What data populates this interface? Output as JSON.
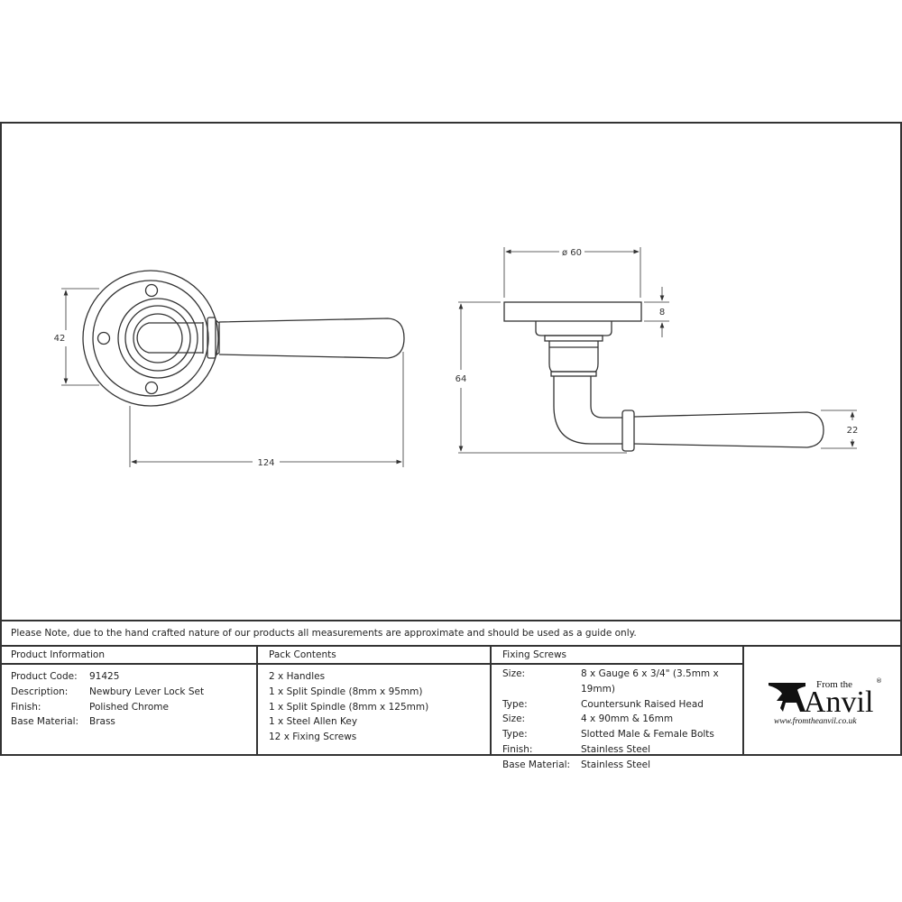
{
  "drawing": {
    "front_view": {
      "dimensions": {
        "height": "42",
        "length": "124"
      }
    },
    "side_view": {
      "dimensions": {
        "rose_diameter": "ø 60",
        "rose_thickness": "8",
        "projection": "64",
        "lever_height": "22"
      }
    }
  },
  "note": "Please Note, due to the hand crafted nature of our products all measurements are approximate and should be used as a guide only.",
  "product_information": {
    "header": "Product Information",
    "rows": [
      {
        "label": "Product Code:",
        "value": "91425"
      },
      {
        "label": "Description:",
        "value": "Newbury Lever Lock Set"
      },
      {
        "label": "Finish:",
        "value": "Polished Chrome"
      },
      {
        "label": "Base Material:",
        "value": "Brass"
      }
    ]
  },
  "pack_contents": {
    "header": "Pack Contents",
    "items": [
      "2 x Handles",
      "1 x Split Spindle (8mm x 95mm)",
      "1 x Split Spindle (8mm x 125mm)",
      "1 x Steel Allen Key",
      "12 x Fixing Screws"
    ]
  },
  "fixing_screws": {
    "header": "Fixing Screws",
    "rows": [
      {
        "label": "Size:",
        "value": "8 x Gauge 6 x 3/4\" (3.5mm x 19mm)"
      },
      {
        "label": "Type:",
        "value": "Countersunk Raised Head"
      },
      {
        "label": "Size:",
        "value": "4 x 90mm & 16mm"
      },
      {
        "label": "Type:",
        "value": "Slotted Male & Female Bolts"
      },
      {
        "label": "Finish:",
        "value": "Stainless Steel"
      },
      {
        "label": "Base Material:",
        "value": "Stainless Steel"
      }
    ]
  },
  "logo": {
    "from_the": "From the",
    "brand": "Anvil",
    "registered": "®",
    "url": "www.fromtheanvil.co.uk"
  }
}
